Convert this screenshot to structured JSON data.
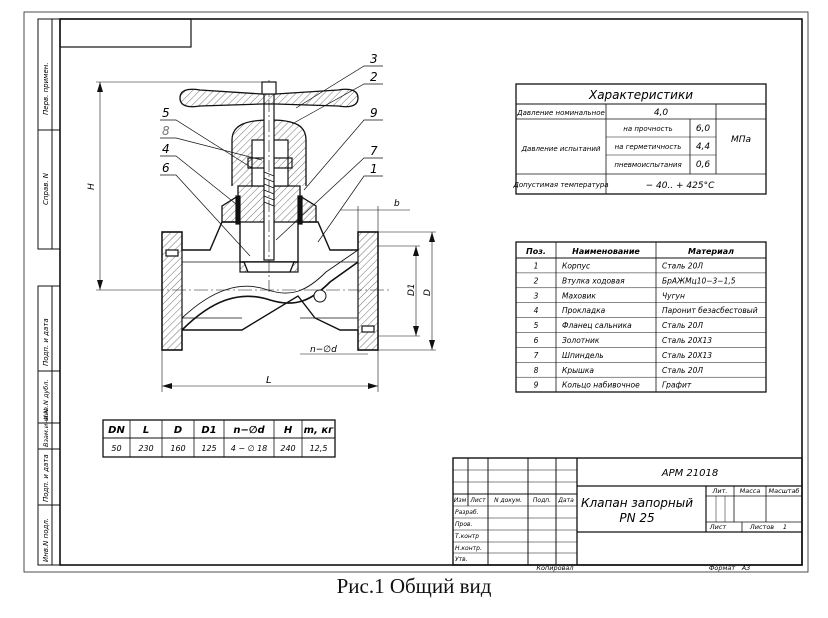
{
  "sheet": {
    "format_label": "Формат",
    "format_value": "А3",
    "copied_label": "Копировал",
    "left_strip": [
      "Перв. примен.",
      "Справ. N",
      "Подп. и дата",
      "Инв.N дубл.",
      "Взам.инв.N",
      "Подп. и дата",
      "Инв.N подл."
    ]
  },
  "drawing": {
    "callouts": [
      "3",
      "2",
      "5",
      "8",
      "4",
      "6",
      "9",
      "7",
      "1"
    ],
    "dims": {
      "height": "H",
      "length": "L",
      "d1": "D1",
      "d": "D",
      "holes": "n−∅d",
      "b": "b"
    }
  },
  "characteristics": {
    "title": "Характеристики",
    "rows": [
      {
        "label": "Давление номинальное",
        "value": "4,0"
      },
      {
        "label": "Давление испытаний",
        "sub": [
          {
            "label": "на прочность",
            "value": "6,0"
          },
          {
            "label": "на герметичность",
            "value": "4,4"
          },
          {
            "label": "пневмоиспытания",
            "value": "0,6"
          }
        ],
        "unit": "МПа"
      },
      {
        "label": "Допустимая температура",
        "value": "− 40.. + 425°С"
      }
    ]
  },
  "parts": {
    "headers": [
      "Поз.",
      "Наименование",
      "Материал"
    ],
    "rows": [
      [
        "1",
        "Корпус",
        "Сталь 20Л"
      ],
      [
        "2",
        "Втулка ходовая",
        "БрАЖМц10−3−1,5"
      ],
      [
        "3",
        "Маховик",
        "Чугун"
      ],
      [
        "4",
        "Прокладка",
        "Паронит безасбестовый"
      ],
      [
        "5",
        "Фланец сальника",
        "Сталь 20Л"
      ],
      [
        "6",
        "Золотник",
        "Сталь 20Х13"
      ],
      [
        "7",
        "Шпиндель",
        "Сталь 20Х13"
      ],
      [
        "8",
        "Крышка",
        "Сталь 20Л"
      ],
      [
        "9",
        "Кольцо набивочное",
        "Графит"
      ]
    ]
  },
  "dimensions": {
    "headers": [
      "DN",
      "L",
      "D",
      "D1",
      "n−∅d",
      "H",
      "m, кг"
    ],
    "values": [
      "50",
      "230",
      "160",
      "125",
      "4 − ∅ 18",
      "240",
      "12,5"
    ]
  },
  "title_block": {
    "code": "АРМ 21018",
    "name_line1": "Клапан запорный",
    "name_line2": "PN 25",
    "col_headers": [
      "Изм",
      "Лист",
      "N докум.",
      "Подп.",
      "Дата"
    ],
    "roles": [
      "Разраб.",
      "Пров.",
      "Т.контр",
      "Н.контр.",
      "Утв."
    ],
    "lit": "Лит.",
    "mass": "Масса",
    "scale": "Масштаб",
    "sheet": "Лист",
    "sheets": "Листов",
    "sheets_num": "1"
  },
  "caption": "Рис.1 Общий вид"
}
